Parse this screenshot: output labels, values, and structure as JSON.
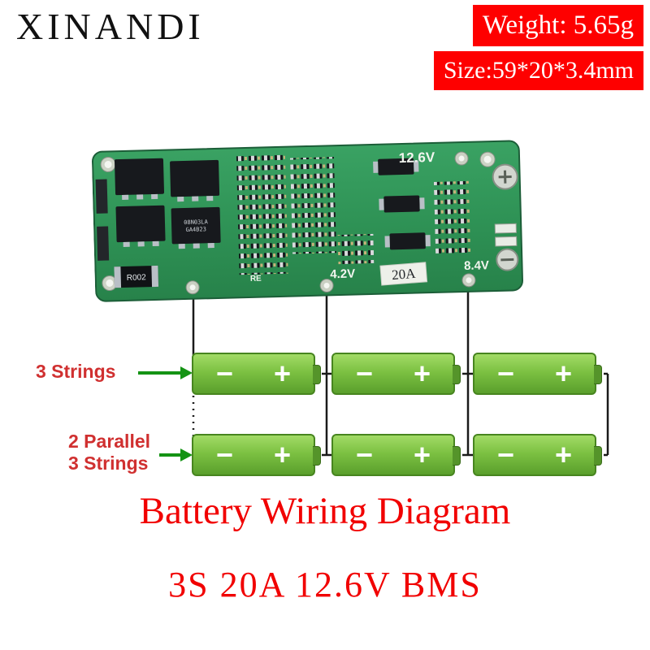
{
  "brand": "XINANDI",
  "badges": {
    "weight": "Weight: 5.65g",
    "size": "Size:59*20*3.4mm"
  },
  "board": {
    "silkscreen": {
      "pack_voltage": "12.6V",
      "cell1_voltage": "4.2V",
      "cell2_voltage": "8.4V",
      "current": "20A",
      "shunt": "R002",
      "re": "RE"
    },
    "chip_marking_line1": "08N03LA",
    "chip_marking_line2": "GA4B23"
  },
  "diagram": {
    "row1_label": "3 Strings",
    "row2_label_line1": "2 Parallel",
    "row2_label_line2": "3 Strings",
    "battery_minus": "−",
    "battery_plus": "+"
  },
  "captions": {
    "title": "Battery Wiring Diagram",
    "subtitle": "3S 20A 12.6V BMS"
  },
  "colors": {
    "badge_red": "#fe0000",
    "caption_red": "#f10000",
    "label_red": "#d03030",
    "pcb_green": "#2f9356",
    "battery_green": "#7cc142",
    "arrow_green": "#149314",
    "wire_black": "#1a1a1a"
  }
}
